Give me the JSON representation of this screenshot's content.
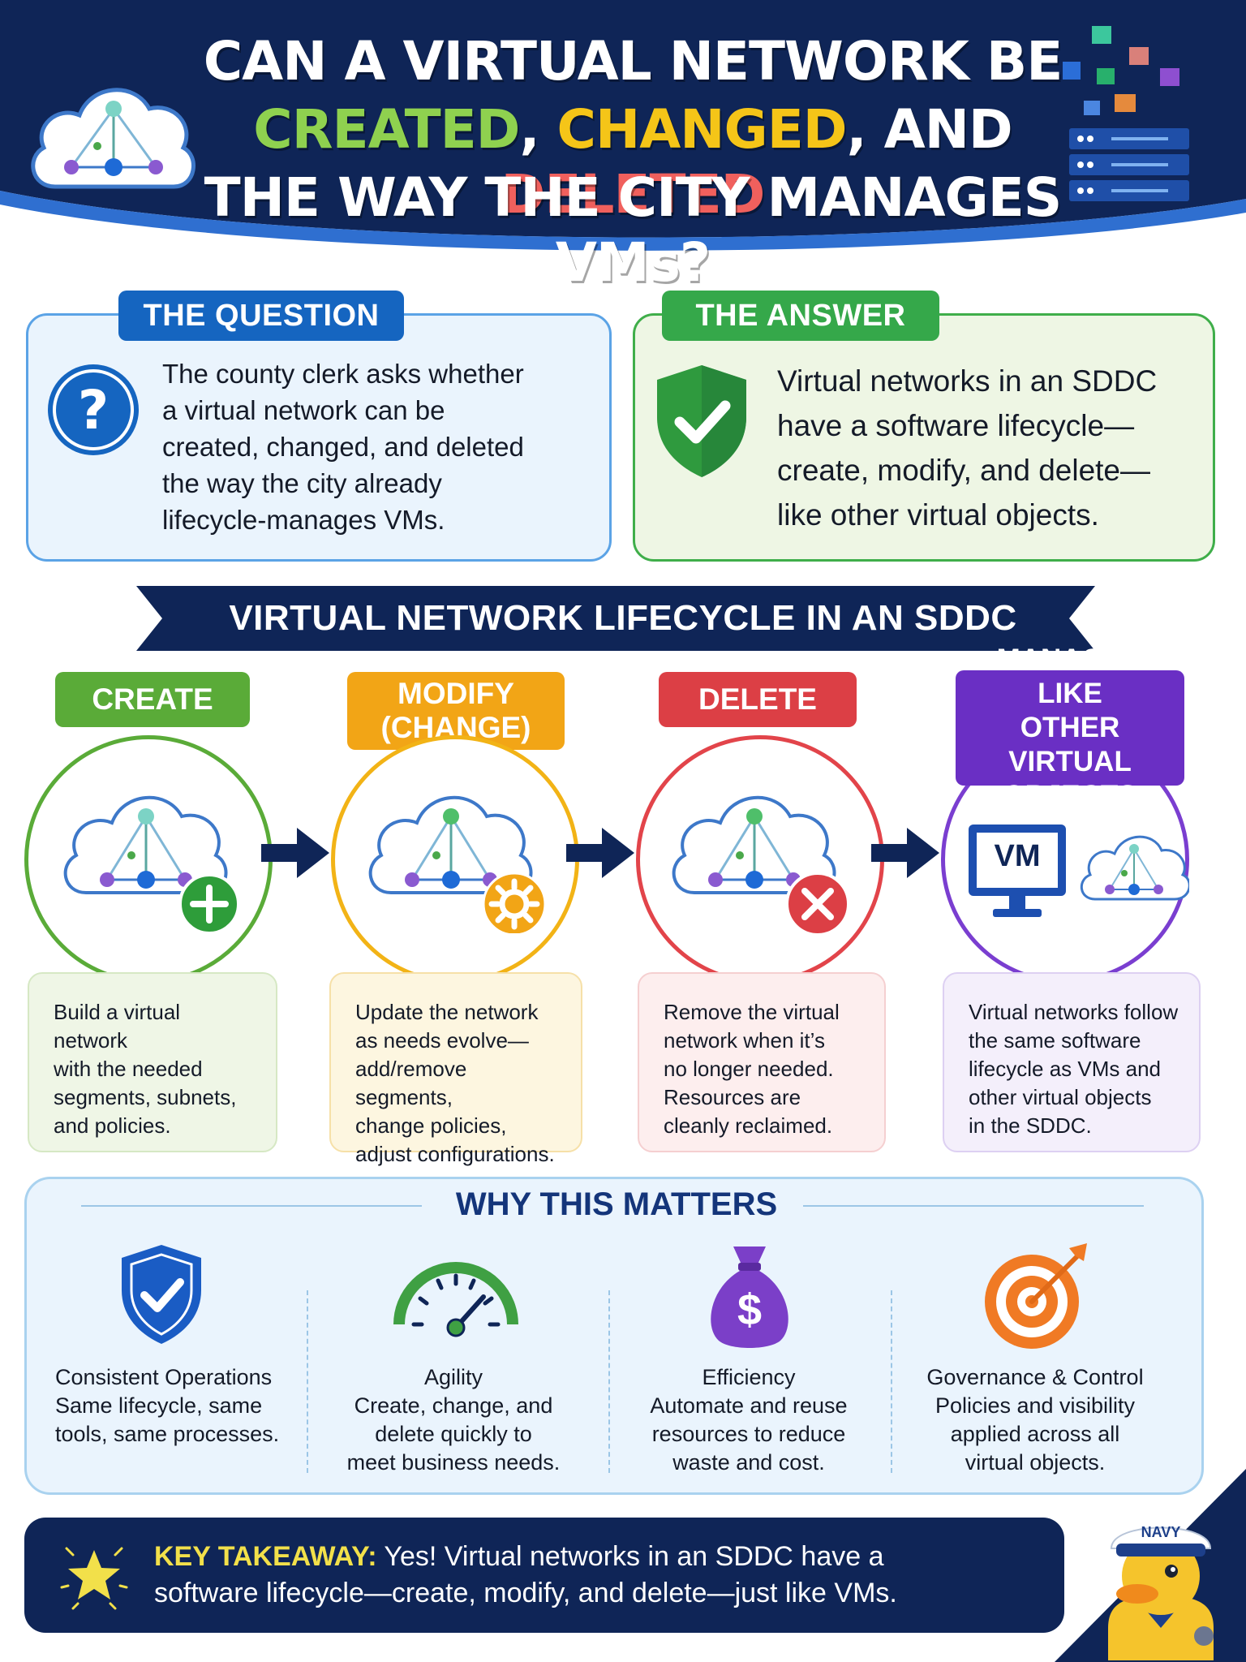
{
  "header": {
    "title_line1": "CAN A VIRTUAL NETWORK BE",
    "title_created": "CREATED",
    "title_sep1": ", ",
    "title_changed": "CHANGED",
    "title_and": ", AND ",
    "title_deleted": "DELETED",
    "title_line3": "THE WAY THE CITY MANAGES VMs?"
  },
  "question": {
    "tab": "THE QUESTION",
    "icon": "question-icon",
    "text_lines": [
      "The county clerk asks whether",
      "a virtual network can be",
      "created, changed, and deleted",
      "the way the city already",
      "lifecycle-manages VMs."
    ]
  },
  "answer": {
    "tab": "THE ANSWER",
    "icon": "shield-check-icon",
    "text_lines": [
      "Virtual networks in an SDDC",
      "have a software lifecycle—",
      "create, modify, and delete—",
      "like other virtual objects."
    ]
  },
  "lifecycle": {
    "banner": "VIRTUAL NETWORK LIFECYCLE IN AN SDDC",
    "stages": [
      {
        "label_lines": [
          "CREATE"
        ],
        "color": "#5aab38",
        "icon": "cloud-network-plus-icon",
        "desc_lines": [
          "Build a virtual network",
          "with the needed",
          "segments, subnets,",
          "and policies."
        ]
      },
      {
        "label_lines": [
          "MODIFY",
          "(CHANGE)"
        ],
        "color": "#f2a516",
        "icon": "cloud-network-gear-icon",
        "desc_lines": [
          "Update the network",
          "as needs evolve—",
          "add/remove segments,",
          "change policies,",
          "adjust configurations."
        ]
      },
      {
        "label_lines": [
          "DELETE"
        ],
        "color": "#dc3f45",
        "icon": "cloud-network-x-icon",
        "desc_lines": [
          "Remove the virtual",
          "network when it’s",
          "no longer needed.",
          "Resources are",
          "cleanly reclaimed."
        ]
      },
      {
        "label_lines": [
          "MANAGED LIKE",
          "OTHER VIRTUAL",
          "OBJECTS"
        ],
        "color": "#6a2fc4",
        "icon": "vm-monitor-cloud-icon",
        "vm_label": "VM",
        "desc_lines": [
          "Virtual networks follow",
          "the same software",
          "lifecycle as VMs and",
          "other virtual objects",
          "in the SDDC."
        ]
      }
    ]
  },
  "why": {
    "title": "WHY THIS MATTERS",
    "items": [
      {
        "icon": "shield-check-icon",
        "lines": [
          "Consistent Operations",
          "Same lifecycle, same",
          "tools, same processes."
        ]
      },
      {
        "icon": "speedometer-icon",
        "lines": [
          "Agility",
          "Create, change, and",
          "delete quickly to",
          "meet business needs."
        ]
      },
      {
        "icon": "money-bag-icon",
        "money_symbol": "$",
        "lines": [
          "Efficiency",
          "Automate and reuse",
          "resources to reduce",
          "waste and cost."
        ]
      },
      {
        "icon": "target-icon",
        "lines": [
          "Governance & Control",
          "Policies and visibility",
          "applied across all",
          "virtual objects."
        ]
      }
    ]
  },
  "takeaway": {
    "label": "KEY TAKEAWAY:",
    "line1": " Yes! Virtual networks in an SDDC have a",
    "line2": "software lifecycle—create, modify, and delete—just like VMs.",
    "icon": "star-icon"
  },
  "mascot": {
    "icon": "navy-duck-icon",
    "hat_text": "NAVY"
  },
  "colors": {
    "navy": "#0f2557",
    "question_blue": "#1565c0",
    "answer_green": "#35a84a"
  }
}
